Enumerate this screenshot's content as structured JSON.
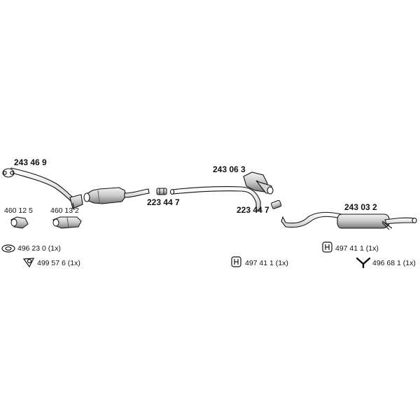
{
  "parts": {
    "front_pipe": "243 46 9",
    "catalyst_clamp": "223 44 7",
    "center_muffler": "243 06 3",
    "center_clamp": "223 44 7",
    "rear_muffler": "243 03 2",
    "gasket_a": "460 12 5",
    "gasket_b": "460 13 2"
  },
  "accessories": {
    "ring_gasket": "496 23 0  (1x)",
    "triangle_gasket": "499 57 6 (1x)",
    "hanger_center": "497 41 1 (1x)",
    "hanger_rear": "497 41 1 (1x)",
    "mount_rear": "496 68 1 (1x)"
  },
  "colors": {
    "line": "#111111",
    "fill": "#ffffff",
    "shade": "#bdbdbd",
    "dark": "#6f6f6f"
  },
  "icons": [
    "ring-gasket-icon",
    "triangle-gasket-icon",
    "rubber-hanger-icon",
    "y-mount-icon"
  ]
}
